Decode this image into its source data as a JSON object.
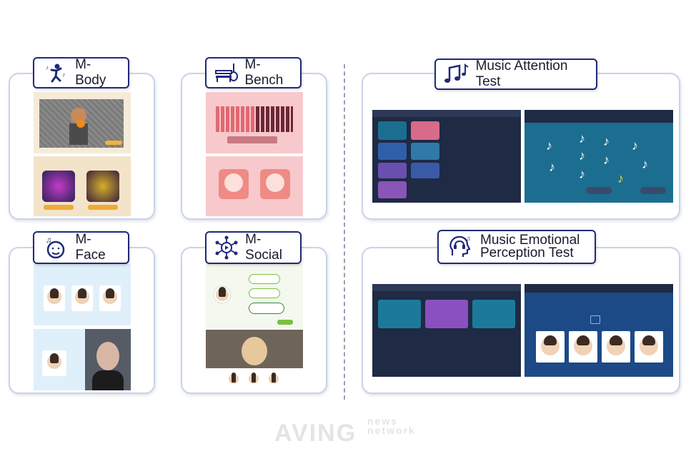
{
  "modules": {
    "m_body": {
      "title": "M-Body",
      "icon": "dancer-icon"
    },
    "m_bench": {
      "title": "M-Bench",
      "icon": "bench-guitar-icon"
    },
    "m_face": {
      "title": "M-Face",
      "icon": "face-music-icon"
    },
    "m_social": {
      "title": "M-Social",
      "icon": "network-play-icon"
    },
    "music_attention": {
      "title": "Music Attention Test",
      "icon": "music-notes-icon"
    },
    "music_emotional": {
      "title_line1": "Music Emotional",
      "title_line2": "Perception Test",
      "icon": "head-music-icon"
    }
  },
  "watermark": {
    "main": "AVING",
    "sub_top": "news",
    "sub_bottom": "network"
  },
  "colors": {
    "navy": "#1e2a78",
    "card_border": "#c9d3ea",
    "dark_panel": "#1f2a44",
    "teal": "#1b6e90"
  }
}
